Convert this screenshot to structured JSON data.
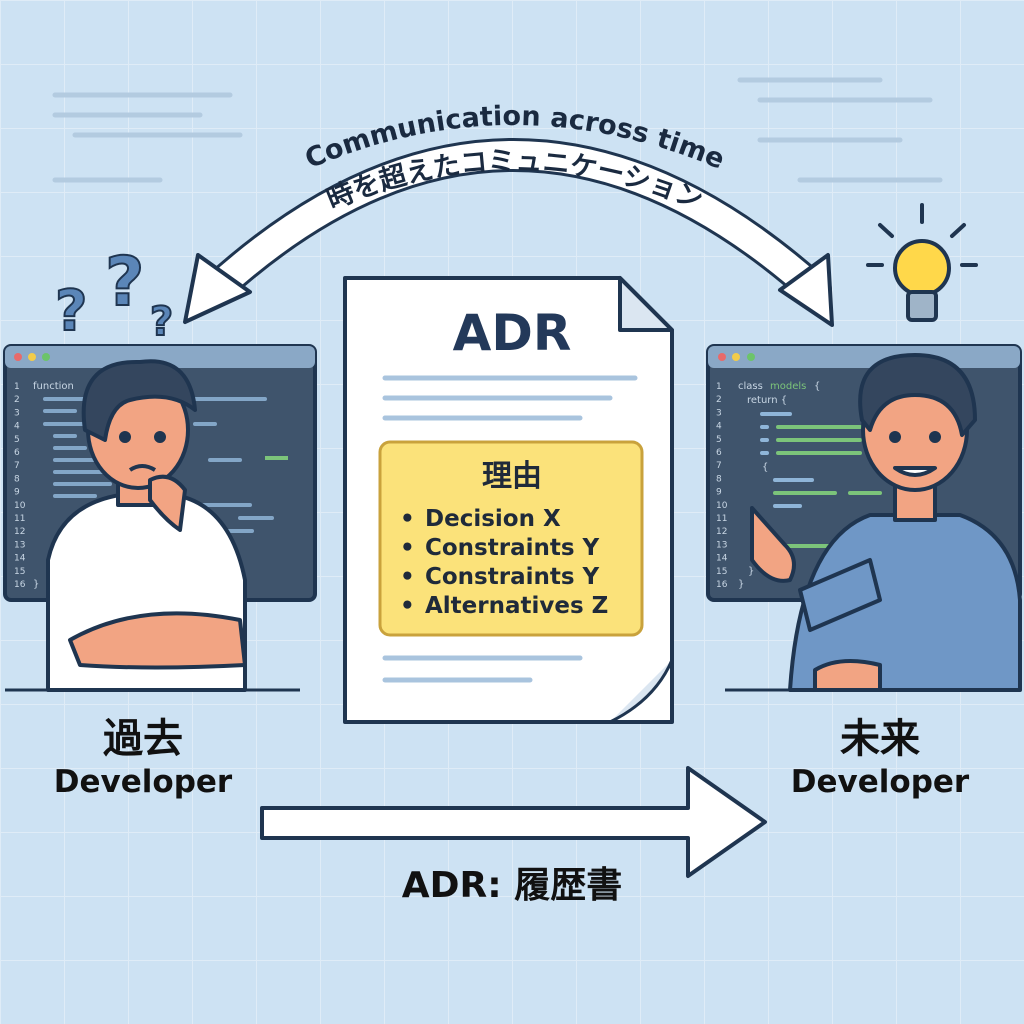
{
  "arc_caption": {
    "english": "Communication across time",
    "japanese": "時を超えたコミュニケーション"
  },
  "document": {
    "title": "ADR",
    "reason_box": {
      "heading": "理由",
      "bullets": [
        "Decision X",
        "Constraints Y",
        "Constraints Y",
        "Alternatives Z"
      ]
    }
  },
  "past": {
    "label_ja": "過去",
    "label_en": "Developer",
    "code": {
      "first_line": "function",
      "last_line": "}",
      "line_numbers": [
        "1",
        "2",
        "3",
        "4",
        "5",
        "6",
        "7",
        "8",
        "9",
        "10",
        "11",
        "12",
        "13",
        "14",
        "15",
        "16"
      ]
    }
  },
  "future": {
    "label_ja": "未来",
    "label_en": "Developer",
    "code": {
      "line1": "class",
      "line1_name": "models",
      "line1_brace": "{",
      "line2": "return  {",
      "line7": "{",
      "line15": "}",
      "line16": "}",
      "line_numbers": [
        "1",
        "2",
        "3",
        "4",
        "5",
        "6",
        "7",
        "8",
        "9",
        "10",
        "11",
        "12",
        "13",
        "14",
        "15",
        "16"
      ]
    }
  },
  "bottom_arrow": {
    "label": "ADR: 履歴書"
  },
  "colors": {
    "background": "#cde2f3",
    "ink": "#1f3550",
    "editor": "#3f546c",
    "note_yellow": "#fbe27a",
    "code_green": "#7cc47a",
    "code_blue": "#8fb5d8"
  }
}
